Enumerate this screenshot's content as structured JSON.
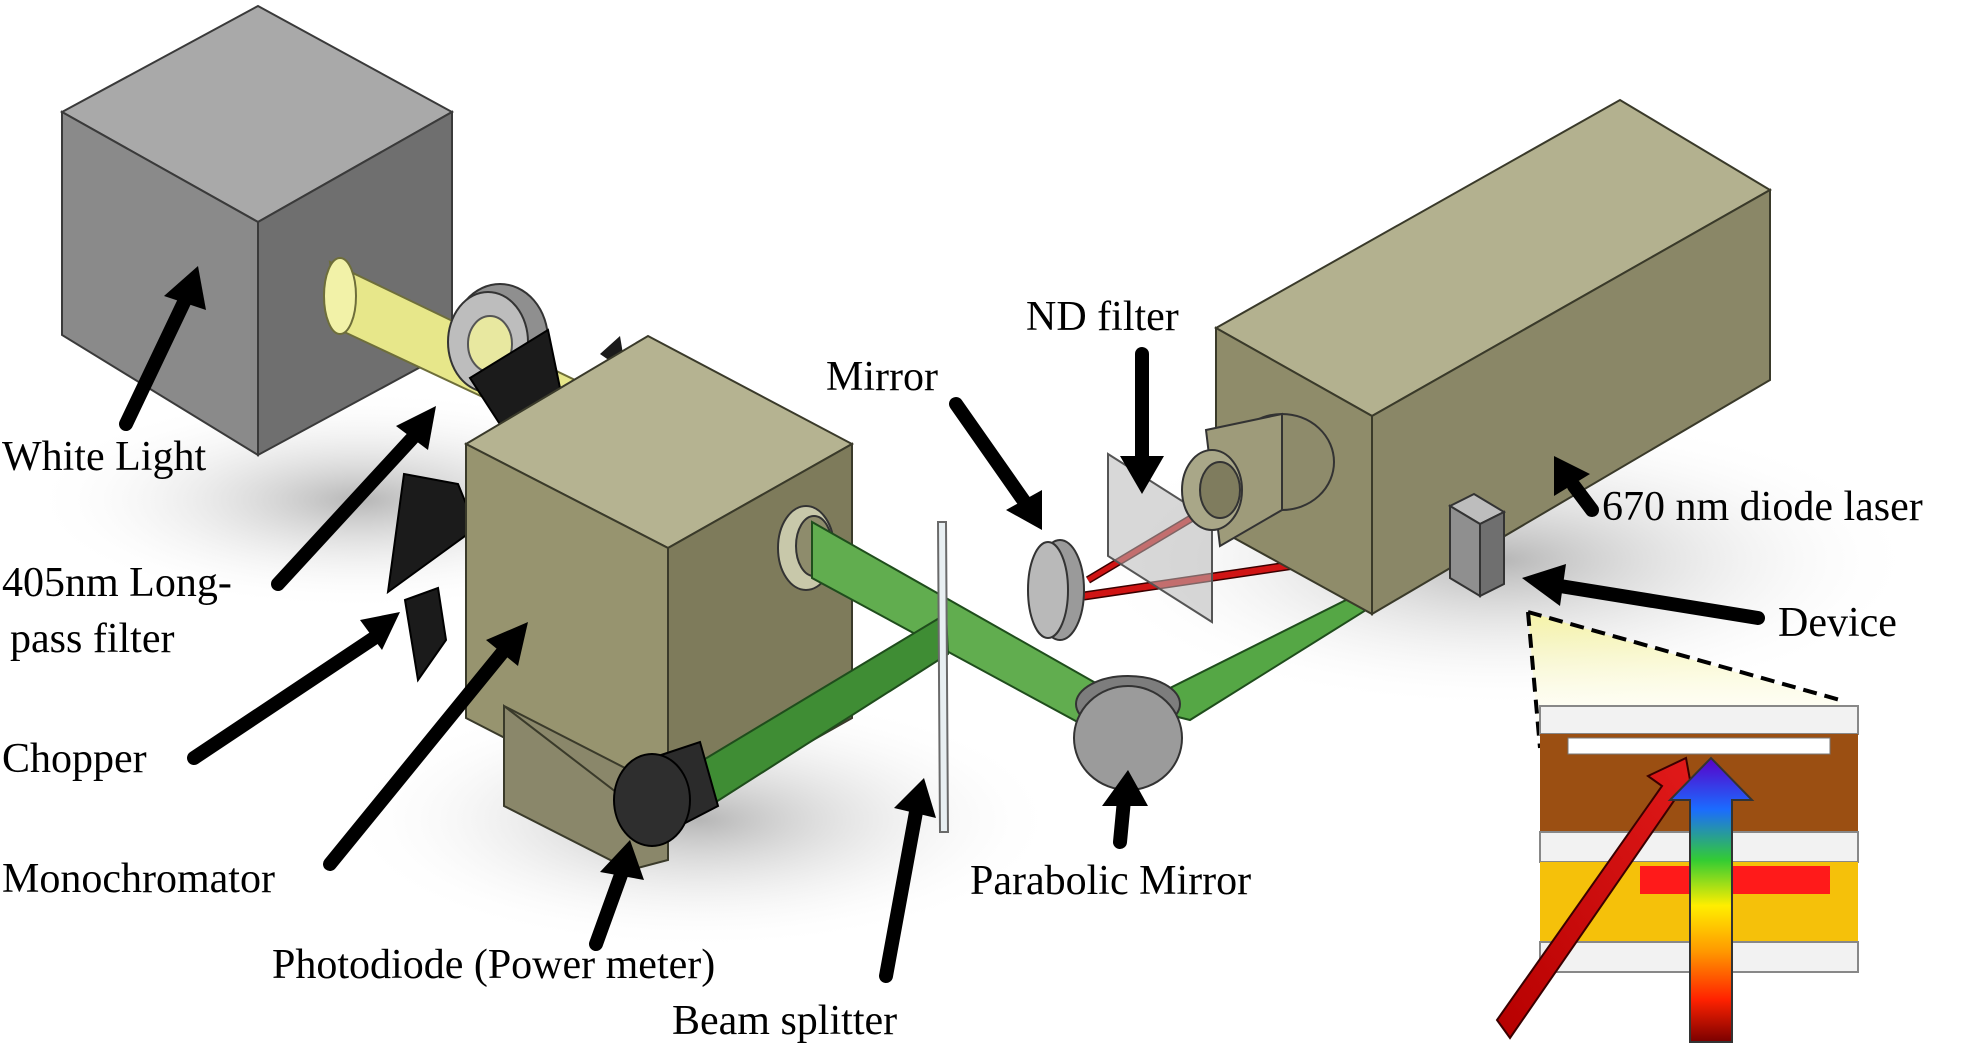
{
  "labels": {
    "white_light": "White Light",
    "longpass_line1": "405nm Long-",
    "longpass_line2": "pass filter",
    "chopper": "Chopper",
    "monochromator": "Monochromator",
    "photodiode": "Photodiode (Power meter)",
    "beam_splitter": "Beam splitter",
    "parabolic_mirror": "Parabolic Mirror",
    "mirror": "Mirror",
    "nd_filter": "ND filter",
    "diode_laser": "670 nm diode laser",
    "device": "Device"
  },
  "colors": {
    "gray_box": "#8d8d8d",
    "olive_box": "#9a9875",
    "green_beam": "#5fae4f",
    "red_beam": "#cc1010",
    "yellow_beam": "#ecec8c",
    "brown_layer": "#9b4f12",
    "gold_layer": "#f5c10a"
  }
}
